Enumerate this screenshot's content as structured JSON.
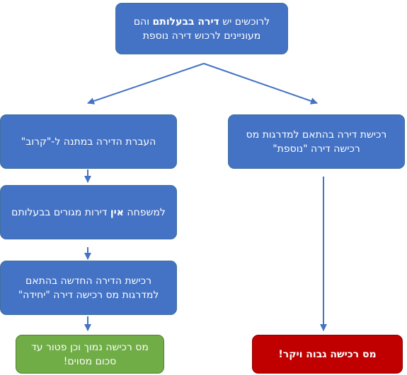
{
  "colors": {
    "box_blue": "#4472c4",
    "box_green": "#70ad47",
    "box_red": "#c00000",
    "arrow": "#4472c4",
    "text": "#ffffff"
  },
  "nodes": {
    "top": {
      "pre": "לרוכשים יש ",
      "bold": "דירה בבעלותם",
      "post": " והם מעוניינים לרכוש דירה נוספת"
    },
    "right_path": {
      "text": "רכישת דירה בהתאם למדרגות מס רכישה דירה \"נוספת\""
    },
    "left_step1": {
      "text": "העברת הדירה במתנה ל-\"קרוב\""
    },
    "left_step2": {
      "pre": "למשפחה ",
      "bold": "אין",
      "post": " דירות מגורים בבעלותם"
    },
    "left_step3": {
      "text": "רכישת הדירה החדשה בהתאם למדרגות מס רכישה דירה \"יחידה\""
    },
    "outcome_low": {
      "text": "מס רכישה נמוך וכן פטור עד סכום מסוים!"
    },
    "outcome_high": {
      "text": "מס רכישה גבוה ויקר!"
    }
  }
}
